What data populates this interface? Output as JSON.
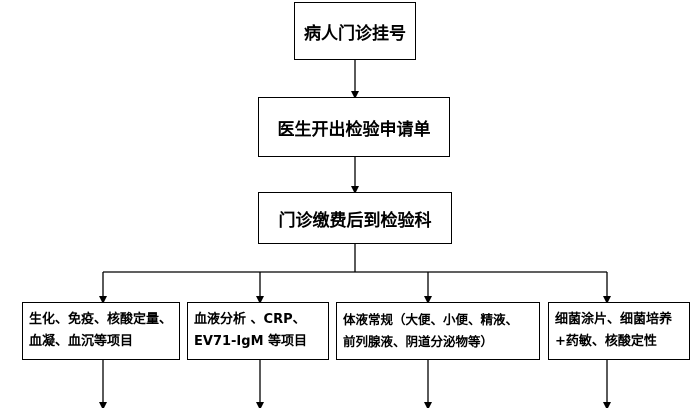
{
  "nodes": {
    "step1": "病人门诊挂号",
    "step2": "医生开出检验申请单",
    "step3": "门诊缴费后到检验科",
    "branch1": [
      "生化、免疫、核酸定量、",
      "血凝、血沉等项目"
    ],
    "branch2": [
      "血液分析 、CRP、",
      "EV71-IgM 等项目"
    ],
    "branch3": [
      "体液常规（大便、小便、精液、",
      "前列腺液、阴道分泌物等）"
    ],
    "branch4": [
      "细菌涂片、细菌培养",
      "+药敏、核酸定性"
    ]
  }
}
